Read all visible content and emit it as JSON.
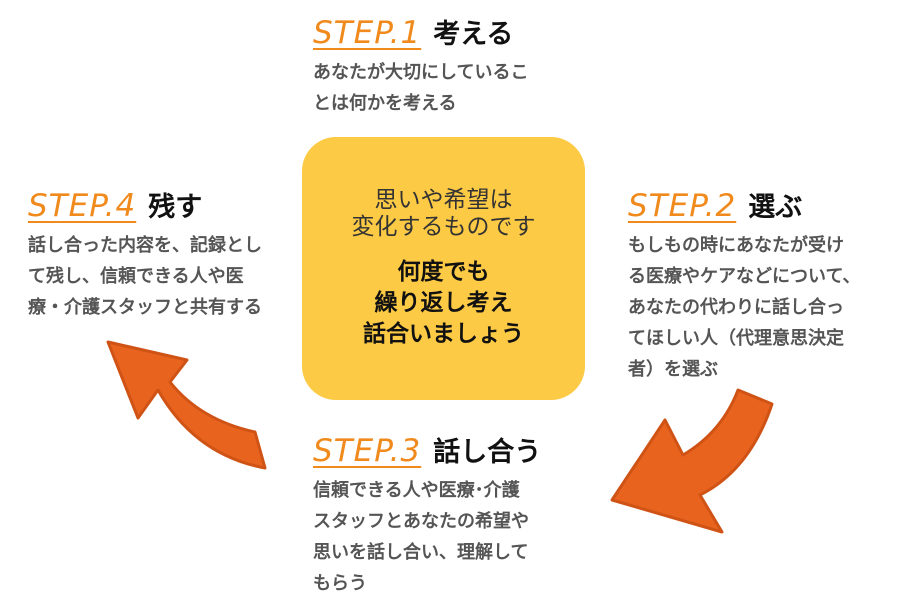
{
  "steps": [
    {
      "label": "STEP.1",
      "title": "考える",
      "desc": "あなたが大切にしているこ\nとは何かを考える"
    },
    {
      "label": "STEP.2",
      "title": "選ぶ",
      "desc": "もしもの時にあなたが受け\nる医療やケアなどについて、\nあなたの代わりに話し合っ\nてほしい人（代理意思決定\n者）を選ぶ"
    },
    {
      "label": "STEP.3",
      "title": "話し合う",
      "desc": "信頼できる人や医療･介護\nスタッフとあなたの希望や\n思いを話し合い、理解して\nもらう"
    },
    {
      "label": "STEP.4",
      "title": "残す",
      "desc": "話し合った内容を、記録とし\nて残し、信頼できる人や医\n療・介護スタッフと共有する"
    }
  ],
  "center": {
    "text_top": "思いや希望は\n変化するものです",
    "text_main": "何度でも\n繰り返し考え\n話合いましょう"
  },
  "colors": {
    "step_label": "#f08a1c",
    "center_bg": "#fdca45",
    "arrow_fill": "#e8641e",
    "arrow_stroke": "#d05316"
  },
  "icons": [
    "arrow-step2-to-step3-icon",
    "arrow-step3-to-step4-icon"
  ]
}
